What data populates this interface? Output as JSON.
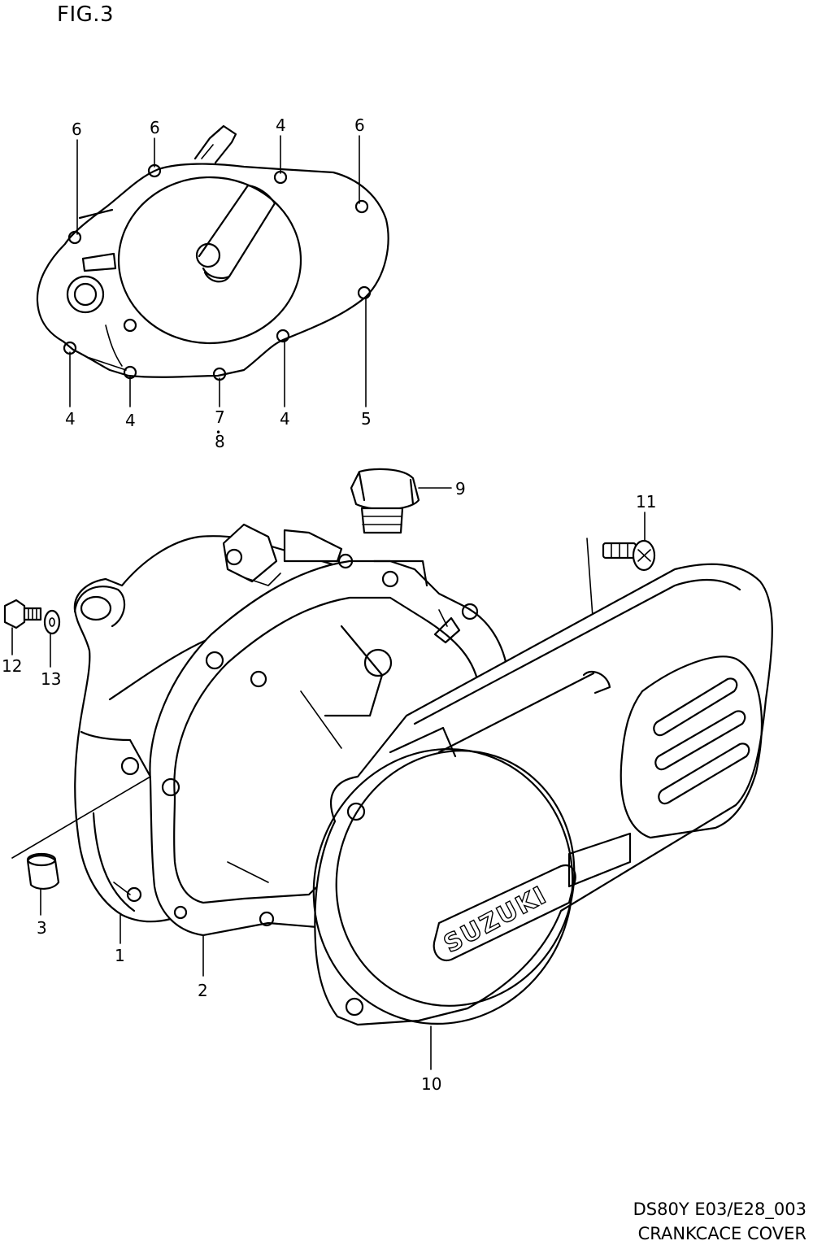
{
  "figure": {
    "title": "FIG.3"
  },
  "footer": {
    "model_code": "DS80Y E03/E28_003",
    "section_name": "CRANKCACE COVER"
  },
  "logo": {
    "text": "SUZUKI"
  },
  "callouts": {
    "top_6a": "6",
    "top_6b": "6",
    "top_4a": "4",
    "top_6c": "6",
    "bot_4a": "4",
    "bot_4b": "4",
    "bot_7": "7",
    "bot_dot": "•",
    "bot_8": "8",
    "bot_4c": "4",
    "bot_5": "5",
    "part_9": "9",
    "part_11": "11",
    "part_12": "12",
    "part_13": "13",
    "part_3": "3",
    "part_1": "1",
    "part_2": "2",
    "part_10": "10"
  }
}
